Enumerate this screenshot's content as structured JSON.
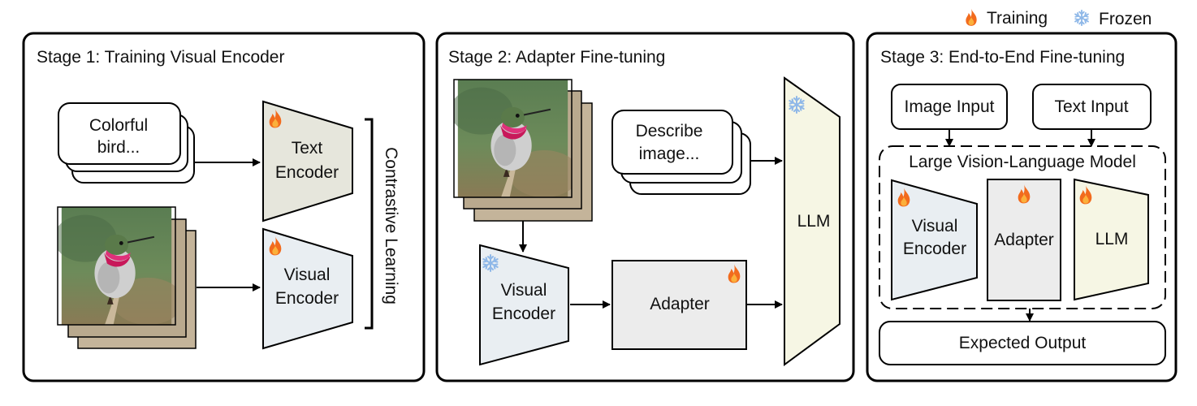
{
  "legend": {
    "training": "Training",
    "frozen": "Frozen"
  },
  "stage1": {
    "title": "Stage 1: Training Visual Encoder",
    "caption_line1": "Colorful",
    "caption_line2": "bird...",
    "text_encoder_line1": "Text",
    "text_encoder_line2": "Encoder",
    "visual_encoder_line1": "Visual",
    "visual_encoder_line2": "Encoder",
    "contrastive": "Contrastive Learning"
  },
  "stage2": {
    "title": "Stage 2: Adapter Fine-tuning",
    "prompt_line1": "Describe",
    "prompt_line2": "image...",
    "visual_encoder_line1": "Visual",
    "visual_encoder_line2": "Encoder",
    "adapter": "Adapter",
    "llm": "LLM"
  },
  "stage3": {
    "title": "Stage 3: End-to-End Fine-tuning",
    "image_input": "Image Input",
    "text_input": "Text Input",
    "lvlm": "Large Vision-Language Model",
    "visual_encoder_line1": "Visual",
    "visual_encoder_line2": "Encoder",
    "adapter": "Adapter",
    "llm": "LLM",
    "output": "Expected Output"
  },
  "colors": {
    "text_encoder_fill": "#e6e6dc",
    "visual_encoder_fill": "#e9eef2",
    "adapter_fill": "#ececec",
    "llm_fill": "#f6f6e4",
    "flame": "#f26b1d",
    "snowflake": "#8fb8e8"
  },
  "icons": {
    "training": "flame-icon",
    "frozen": "snowflake-icon"
  }
}
